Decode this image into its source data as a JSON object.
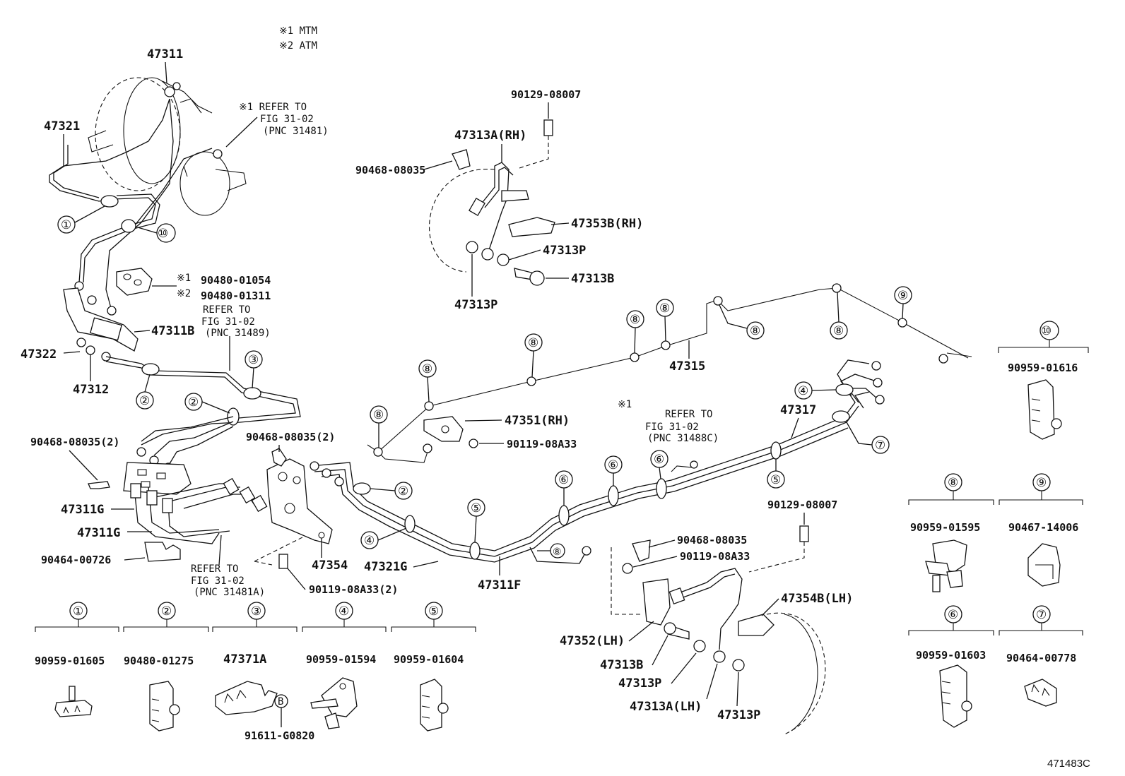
{
  "notes": {
    "n1": "※1 MTM",
    "n2": "※2 ATM",
    "ref_top_1": "※1 REFER TO",
    "ref_top_2": "FIG 31-02",
    "ref_top_3": "(PNC 31481)",
    "ref_mid_1": "REFER TO",
    "ref_mid_2": "FIG 31-02",
    "ref_mid_3": "(PNC 31489)",
    "ref_low_1": "REFER TO",
    "ref_low_2": "FIG 31-02",
    "ref_low_3": "(PNC 31481A)",
    "ref_right_star": "※1",
    "ref_right_1": "REFER TO",
    "ref_right_2": "FIG 31-02",
    "ref_right_3": "(PNC 31488C)",
    "star1": "※1",
    "star2": "※2",
    "figure_code": "471483C"
  },
  "parts": {
    "p47311": "47311",
    "p47321": "47321",
    "p90480_01054": "90480-01054",
    "p90480_01311": "90480-01311",
    "p47311B": "47311B",
    "p47322": "47322",
    "p47312": "47312",
    "p90468_08035_2a": "90468-08035(2)",
    "p90468_08035_2b": "90468-08035(2)",
    "p47311G_a": "47311G",
    "p47311G_b": "47311G",
    "p90464_00726": "90464-00726",
    "p47354": "47354",
    "p90119_08A33_2": "90119-08A33(2)",
    "p47321G": "47321G",
    "p47311F": "47311F",
    "p90129_08007_top": "90129-08007",
    "p47313A_RH": "47313A(RH)",
    "p90468_08035_top": "90468-08035",
    "p47353B_RH": "47353B(RH)",
    "p47313P_a": "47313P",
    "p47313B_a": "47313B",
    "p47313P_b": "47313P",
    "p47351_RH": "47351(RH)",
    "p90119_08A33_a": "90119-08A33",
    "p47315": "47315",
    "p47317": "47317",
    "p90129_08007_low": "90129-08007",
    "p90468_08035_low": "90468-08035",
    "p90119_08A33_b": "90119-08A33",
    "p47354B_LH": "47354B(LH)",
    "p47352_LH": "47352(LH)",
    "p47313B_b": "47313B",
    "p47313P_c": "47313P",
    "p47313A_LH": "47313A(LH)",
    "p47313P_d": "47313P"
  },
  "legend": [
    {
      "num": "①",
      "part": "90959-01605"
    },
    {
      "num": "②",
      "part": "90480-01275"
    },
    {
      "num": "③",
      "part": "47371A",
      "extra": "91611-G0820",
      "extra_mark": "B"
    },
    {
      "num": "④",
      "part": "90959-01594"
    },
    {
      "num": "⑤",
      "part": "90959-01604"
    },
    {
      "num": "⑥",
      "part": "90959-01603"
    },
    {
      "num": "⑦",
      "part": "90464-00778"
    },
    {
      "num": "⑧",
      "part": "90959-01595"
    },
    {
      "num": "⑨",
      "part": "90467-14006"
    },
    {
      "num": "⑩",
      "part": "90959-01616"
    }
  ],
  "callouts": {
    "c1": "①",
    "c2": "②",
    "c3": "③",
    "c4": "④",
    "c5": "⑤",
    "c6": "⑥",
    "c7": "⑦",
    "c8": "⑧",
    "c9": "⑨",
    "c10": "⑩"
  }
}
